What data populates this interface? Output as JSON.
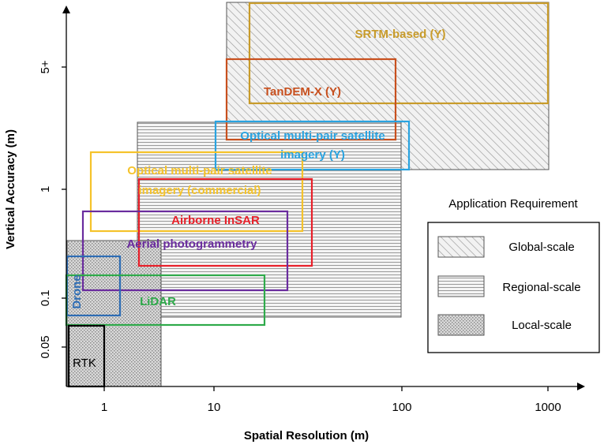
{
  "diagram": {
    "x_axis": {
      "title": "Spatial Resolution (m)",
      "ticks": [
        "1",
        "10",
        "100",
        "1000"
      ]
    },
    "y_axis": {
      "title": "Vertical Accuracy (m)",
      "ticks": [
        "5+",
        "1",
        "0.1",
        "0.05"
      ]
    },
    "application_zones": [
      {
        "key": "global",
        "pattern": "diagonal-hatch"
      },
      {
        "key": "regional",
        "pattern": "horizontal-lines"
      },
      {
        "key": "local",
        "pattern": "dotted-grey"
      }
    ],
    "products": [
      {
        "key": "srtm",
        "label": "SRTM-based (Y)",
        "color": "#C89B2A"
      },
      {
        "key": "tandem",
        "label": "TanDEM-X (Y)",
        "color": "#C8501E"
      },
      {
        "key": "optical-y",
        "label_line1": "Optical multi-pair satellite",
        "label_line2": "imagery (Y)",
        "color": "#29A3E0"
      },
      {
        "key": "optical-commercial",
        "label_line1": "Optical multi-pair satellite",
        "label_line2": "imagery (commercial)",
        "color": "#F5C32B"
      },
      {
        "key": "airborne-insar",
        "label": "Airborne InSAR",
        "color": "#E8202A"
      },
      {
        "key": "aerial-photogrammetry",
        "label": "Aerial photogrammetry",
        "color": "#6A2C9E"
      },
      {
        "key": "drone",
        "label": "Drone",
        "color": "#2E6DB4"
      },
      {
        "key": "lidar",
        "label": "LiDAR",
        "color": "#2EAA4A"
      },
      {
        "key": "rtk",
        "label": "RTK",
        "color": "#000000"
      }
    ],
    "legend": {
      "title": "Application Requirement",
      "items": [
        {
          "key": "global",
          "label": "Global-scale"
        },
        {
          "key": "regional",
          "label": "Regional-scale"
        },
        {
          "key": "local",
          "label": "Local-scale"
        }
      ]
    }
  }
}
